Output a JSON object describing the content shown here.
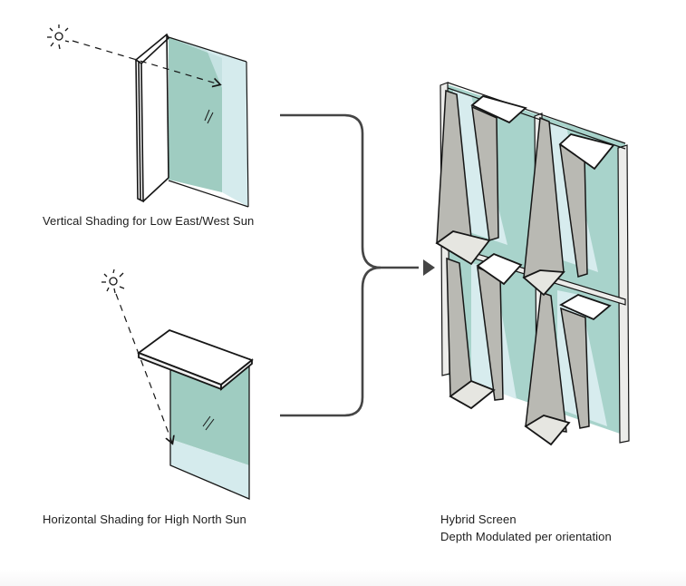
{
  "diagram": {
    "title": "Solar shading strategies combining into a hybrid screen",
    "panels": [
      {
        "id": "vertical",
        "caption": "Vertical Shading for Low East/West Sun",
        "icons": [
          "sun-icon",
          "sun-ray-arrow",
          "vertical-fin",
          "glass-pane"
        ]
      },
      {
        "id": "horizontal",
        "caption": "Horizontal Shading for High North Sun",
        "icons": [
          "sun-icon",
          "sun-ray-arrow",
          "horizontal-canopy",
          "glass-pane"
        ]
      },
      {
        "id": "hybrid",
        "caption_lines": [
          "Hybrid Screen",
          "Depth Modulated per orientation"
        ],
        "icons": [
          "facade-grid",
          "tapered-fins",
          "canopy-plates"
        ]
      }
    ],
    "connector": {
      "type": "curly-brace-arrow",
      "from": [
        "vertical",
        "horizontal"
      ],
      "to": "hybrid"
    },
    "colors": {
      "glass_dark": "#9fccc1",
      "glass_light": "#d5ebed",
      "fin_grey": "#b9b9b3",
      "fin_light": "#e6e6e1",
      "ink": "#161616",
      "connector": "#454545"
    }
  }
}
